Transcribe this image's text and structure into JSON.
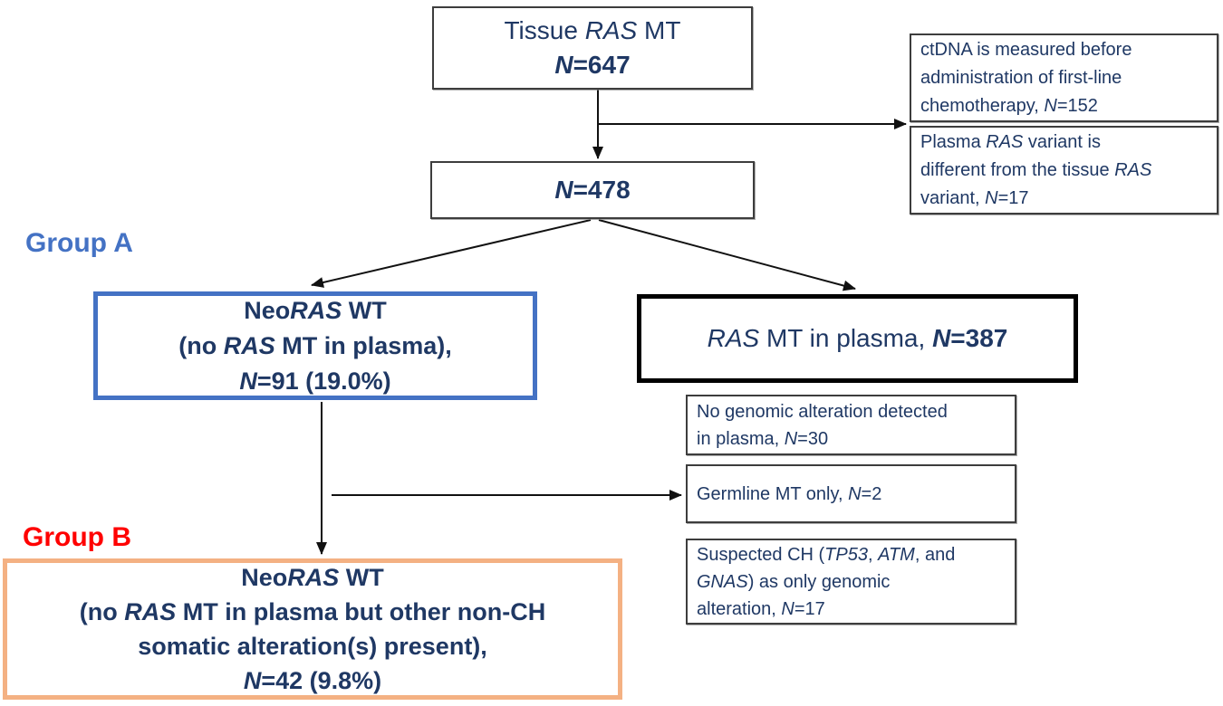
{
  "colors": {
    "navy": "#1f3864",
    "blue": "#4472c4",
    "red": "#ff0000",
    "peach": "#f4b183"
  },
  "labels": {
    "group_a": "Group A",
    "group_b": "Group B"
  },
  "boxes": {
    "tissue": {
      "l1": [
        "Tissue ",
        "RAS",
        " MT"
      ],
      "l2": [
        "N",
        "=647"
      ]
    },
    "ctdna": {
      "l1": [
        "ctDNA is measured before"
      ],
      "l2": [
        "administration of first-line"
      ],
      "l3": [
        "chemotherapy, ",
        "N",
        "=152"
      ]
    },
    "plasma": {
      "l1": [
        "Plasma ",
        "RAS",
        " variant is"
      ],
      "l2": [
        "different from the tissue ",
        "RAS"
      ],
      "l3": [
        "variant, ",
        "N",
        "=17"
      ]
    },
    "n478": {
      "l1": [
        "N",
        "=478"
      ]
    },
    "group_a": {
      "l1": [
        "Neo",
        "RAS",
        " WT"
      ],
      "l2": [
        "(no ",
        "RAS",
        " MT in plasma),"
      ],
      "l3": [
        "N",
        "=91 (19.0%)"
      ]
    },
    "ras_mt": {
      "l1": [
        "RAS",
        " MT in plasma, ",
        "N",
        "=387"
      ]
    },
    "no_genomic": {
      "l1": [
        "No genomic alteration detected"
      ],
      "l2": [
        "in plasma, ",
        "N",
        "=30"
      ]
    },
    "germline": {
      "l1": [
        "Germline MT only, ",
        "N",
        "=2"
      ]
    },
    "suspected": {
      "l1": [
        "Suspected CH (",
        "TP53",
        ", ",
        "ATM",
        ", and"
      ],
      "l2": [
        "GNAS",
        ") as only genomic"
      ],
      "l3": [
        "alteration, ",
        "N",
        "=17"
      ]
    },
    "group_b": {
      "l1": [
        "Neo",
        "RAS",
        " WT"
      ],
      "l2": [
        "(no ",
        "RAS",
        " MT in plasma but other non-CH"
      ],
      "l3": [
        "somatic alteration(s) present),"
      ],
      "l4": [
        "N",
        "=42 (9.8%)"
      ]
    }
  }
}
